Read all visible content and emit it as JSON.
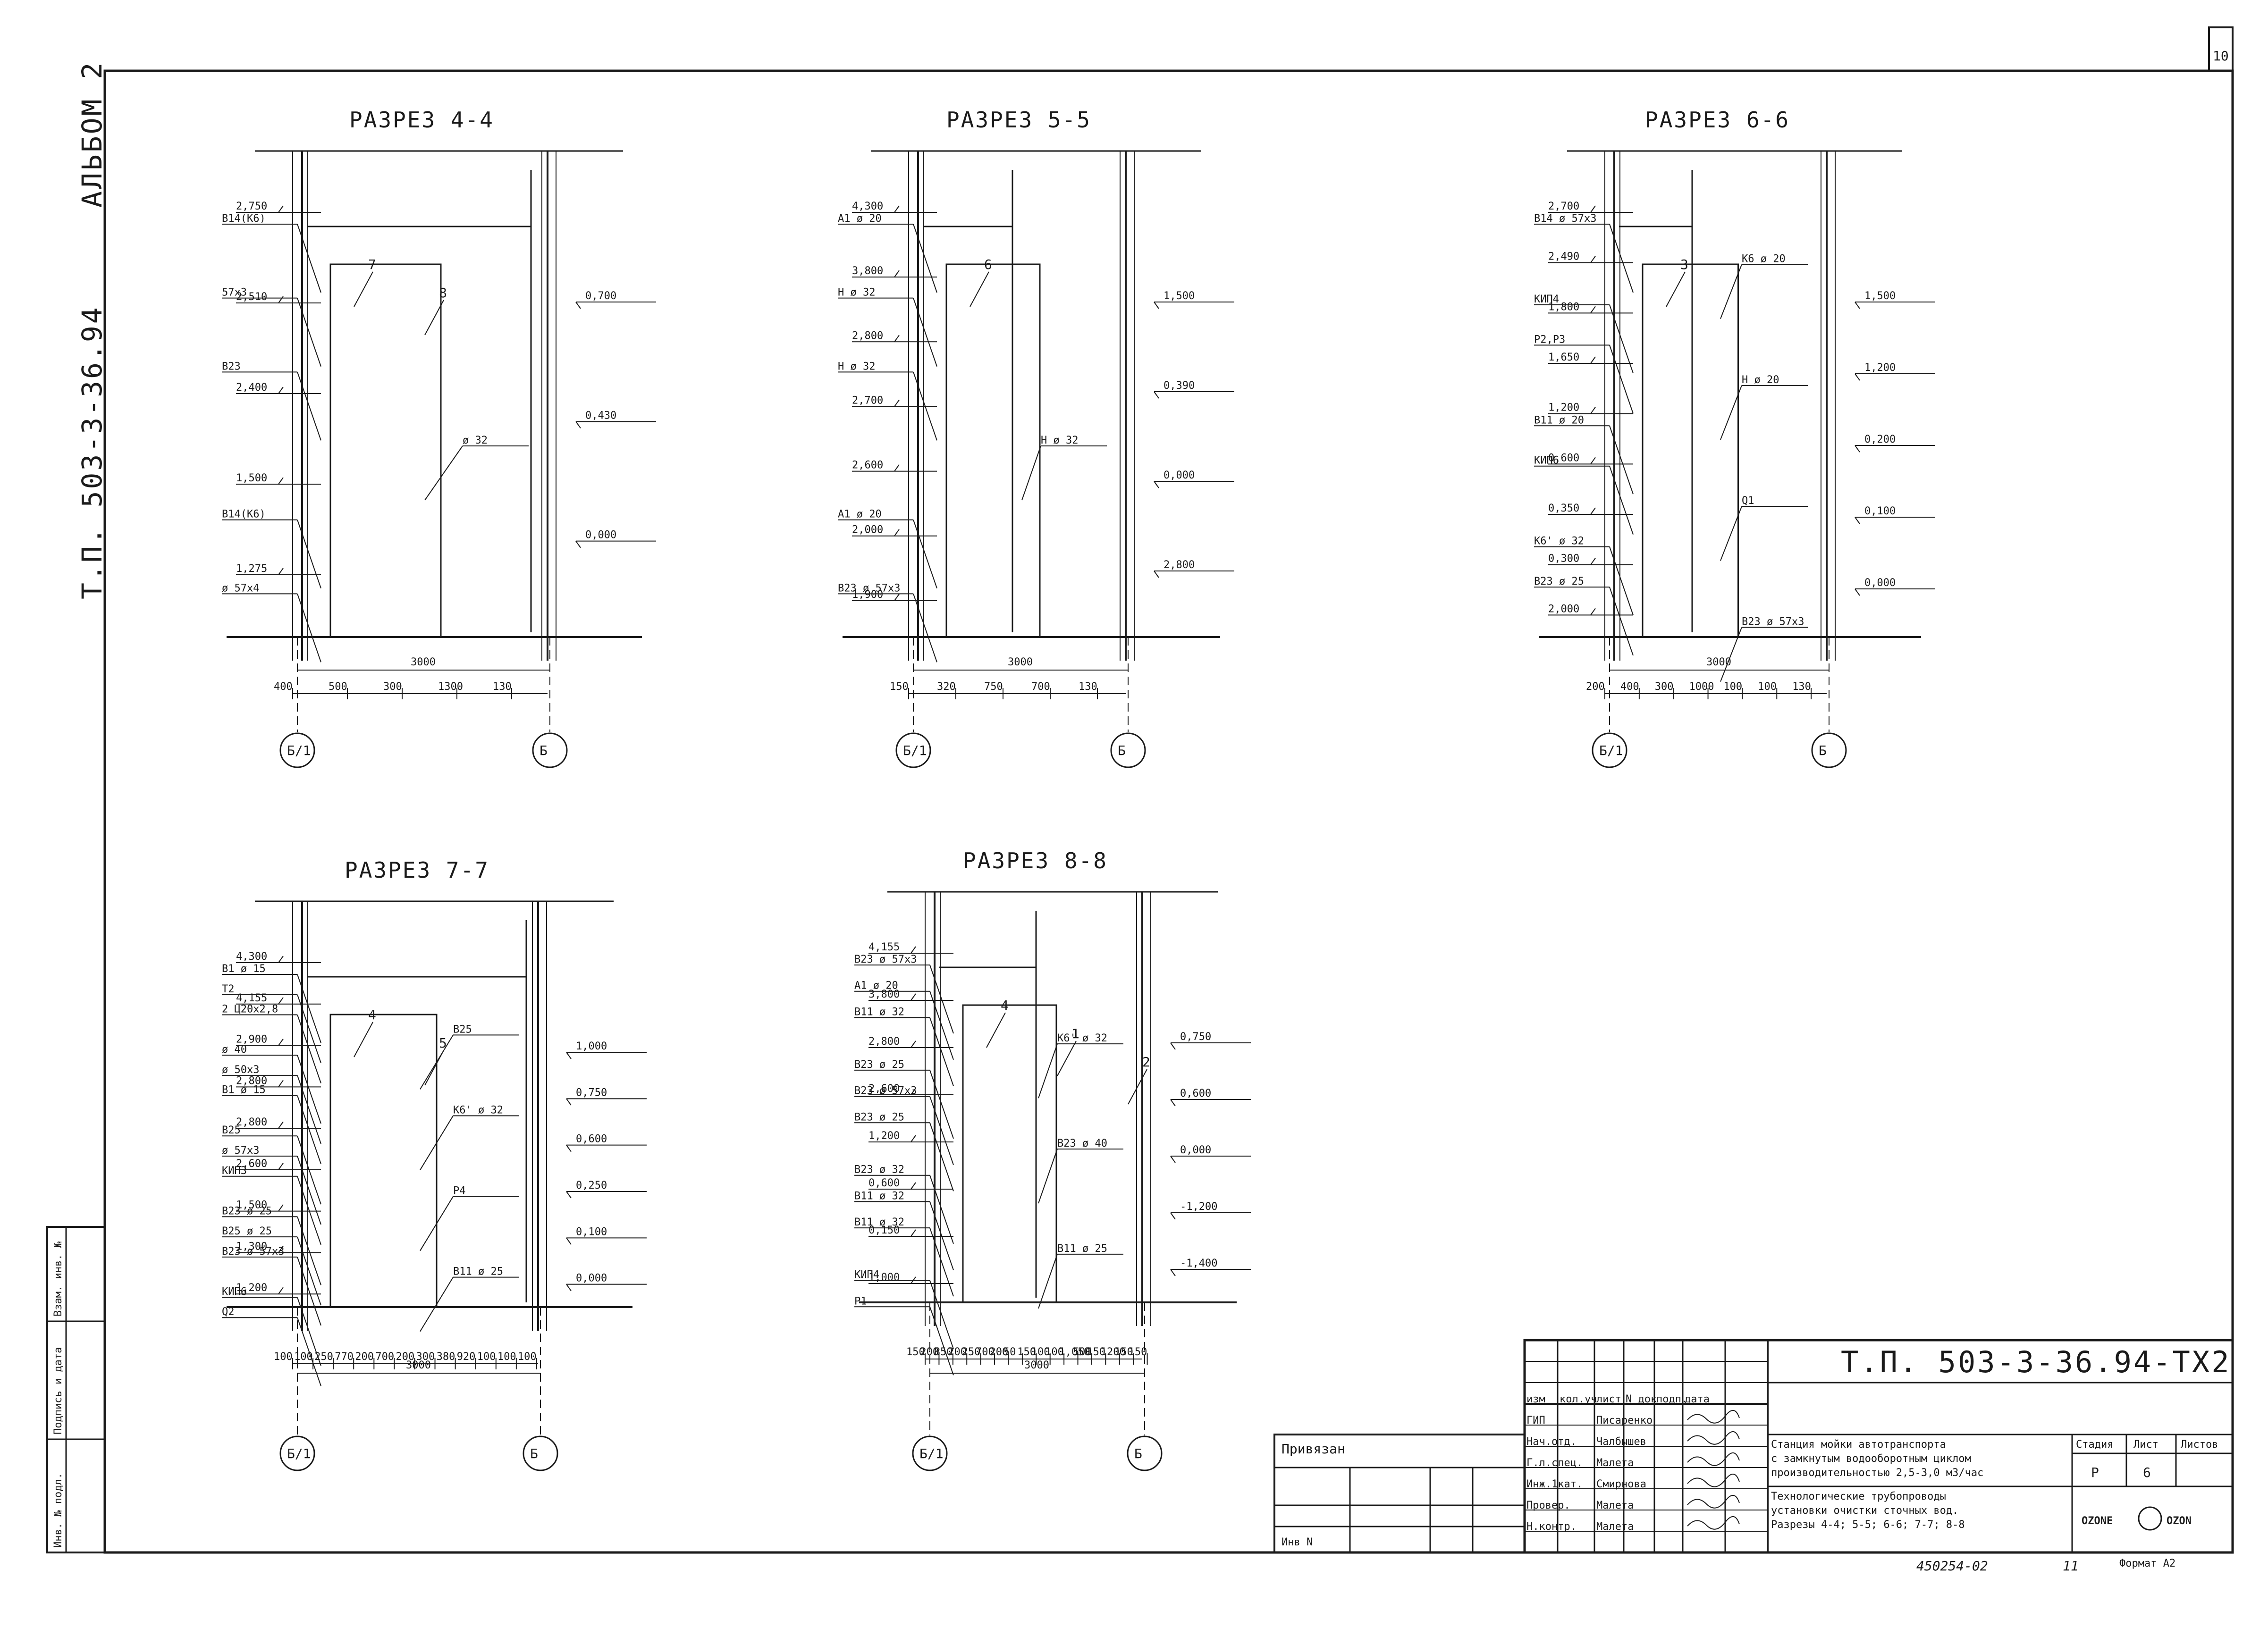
{
  "sheet": {
    "album": "АЛЬБОМ 2",
    "side_code": "Т.П. 503-3-36.94",
    "page_number": "10",
    "code": "Т.П. 503-3-36.94-ТХ2",
    "format": "Формат А2",
    "inventory": "450254-02",
    "inventory_sheet": "11"
  },
  "side_stamp": [
    "Инв. № подл.",
    "Подпись и дата",
    "Взам. инв. №"
  ],
  "title_block": {
    "privyazan": "Привязан",
    "inv_n": "Инв N",
    "header": [
      "изм",
      "кол.уч",
      "лист",
      "N док",
      "подп.",
      "дата"
    ],
    "people": [
      {
        "role": "ГИП",
        "name": "Писаренко"
      },
      {
        "role": "Нач.отд.",
        "name": "Чалбышев"
      },
      {
        "role": "Г.л.спец.",
        "name": "Малета"
      },
      {
        "role": "Инж.1кат.",
        "name": "Смирнова"
      },
      {
        "role": "Провер.",
        "name": "Малета"
      },
      {
        "role": "Н.контр.",
        "name": "Малета"
      }
    ],
    "project_title_lines": [
      "Станция мойки автотранспорта",
      "с замкнутым водооборотным циклом",
      "производительностью 2,5-3,0 м3/час"
    ],
    "sheet_title_lines": [
      "Технологические трубопроводы",
      "установки очистки сточных вод.",
      "Разрезы 4-4; 5-5; 6-6; 7-7; 8-8"
    ],
    "stage_label": "Стадия",
    "sheet_label": "Лист",
    "sheets_label": "Листов",
    "stage": "Р",
    "sheet": "6",
    "company_left": "OZONE",
    "company_right": "OZON"
  },
  "sections": [
    {
      "title": "РАЗРЕЗ 4-4",
      "axes": [
        "Б/1",
        "Б"
      ],
      "total": "3000",
      "levels": [
        "2,750",
        "2,510",
        "2,400",
        "1,500",
        "1,275",
        "0,700",
        "0,430",
        "0,000"
      ],
      "dims": [
        "400",
        "500",
        "300",
        "1300",
        "130"
      ],
      "pipes": [
        "В14(К6)",
        "57х3",
        "В23",
        "ø 32",
        "В14(К6)",
        "ø 57х4"
      ],
      "items": [
        "7",
        "8"
      ]
    },
    {
      "title": "РАЗРЕЗ 5-5",
      "axes": [
        "Б/1",
        "Б"
      ],
      "total": "3000",
      "levels": [
        "4,300",
        "3,800",
        "2,800",
        "2,700",
        "2,600",
        "2,000",
        "1,900",
        "1,500",
        "0,390",
        "0,000",
        "2,800"
      ],
      "dims": [
        "150",
        "320",
        "750",
        "700",
        "130"
      ],
      "pipes": [
        "А1 ø 20",
        "Н ø 32",
        "Н ø 32",
        "Н ø 32",
        "А1 ø 20",
        "В23 ø 57х3"
      ],
      "items": [
        "6"
      ]
    },
    {
      "title": "РАЗРЕЗ 6-6",
      "axes": [
        "Б/1",
        "Б"
      ],
      "total": "3000",
      "levels": [
        "2,700",
        "2,490",
        "1,800",
        "1,650",
        "1,200",
        "0,600",
        "0,350",
        "0,300",
        "2,000",
        "1,500",
        "1,200",
        "0,200",
        "0,100",
        "0,000"
      ],
      "dims": [
        "200",
        "400",
        "300",
        "1000",
        "100",
        "100",
        "130"
      ],
      "pipes": [
        "В14 ø 57х3",
        "К6 ø 20",
        "КИП4",
        "Р2,Р3",
        "Н ø 20",
        "В11 ø 20",
        "КИП6",
        "Q1",
        "К6' ø 32",
        "В23 ø 25",
        "В23 ø 57х3"
      ],
      "items": [
        "3"
      ]
    },
    {
      "title": "РАЗРЕЗ 7-7",
      "axes": [
        "Б/1",
        "Б"
      ],
      "total": "3000",
      "levels": [
        "4,300",
        "4,155",
        "2,900",
        "2,800",
        "2,800",
        "2,600",
        "1,500",
        "1,300",
        "1,200",
        "1,000",
        "0,750",
        "0,600",
        "0,250",
        "0,100",
        "0,000"
      ],
      "dims": [
        "100",
        "100",
        "250",
        "770",
        "200",
        "700",
        "200",
        "300",
        "380",
        "920",
        "100",
        "100",
        "100"
      ],
      "pipes": [
        "В1 ø 15",
        "Т2",
        "2 Ц20х2,8",
        "В25",
        "ø 40",
        "ø 50х3",
        "В1 ø 15",
        "К6' ø 32",
        "В25",
        "ø 57х3",
        "КИП3",
        "Р4",
        "В23 ø 25",
        "В25 ø 25",
        "В23 ø 57х3",
        "В11 ø 25",
        "КИП6",
        "Q2"
      ],
      "items": [
        "4",
        "5"
      ]
    },
    {
      "title": "РАЗРЕЗ 8-8",
      "axes": [
        "Б/1",
        "Б"
      ],
      "total": "3000",
      "levels": [
        "4,155",
        "3,800",
        "2,800",
        "2,600",
        "1,200",
        "0,600",
        "0,150",
        "1,000",
        "0,750",
        "0,600",
        "0,000",
        "-1,200",
        "-1,400"
      ],
      "dims": [
        "150",
        "200",
        "850",
        "200",
        "250",
        "700",
        "200",
        "50",
        "150",
        "100",
        "100",
        "1,050",
        "500",
        "150",
        "1200",
        "150",
        "150"
      ],
      "pipes": [
        "В23 ø 57х3",
        "А1 ø 20",
        "В11 ø 32",
        "К6' ø 32",
        "В23 ø 25",
        "В23 ø 57х3",
        "В23 ø 25",
        "В23 ø 40",
        "В23 ø 32",
        "В11 ø 32",
        "В11 ø 32",
        "В11 ø 25",
        "КИП4",
        "Р1"
      ],
      "items": [
        "4",
        "1",
        "2"
      ]
    }
  ]
}
